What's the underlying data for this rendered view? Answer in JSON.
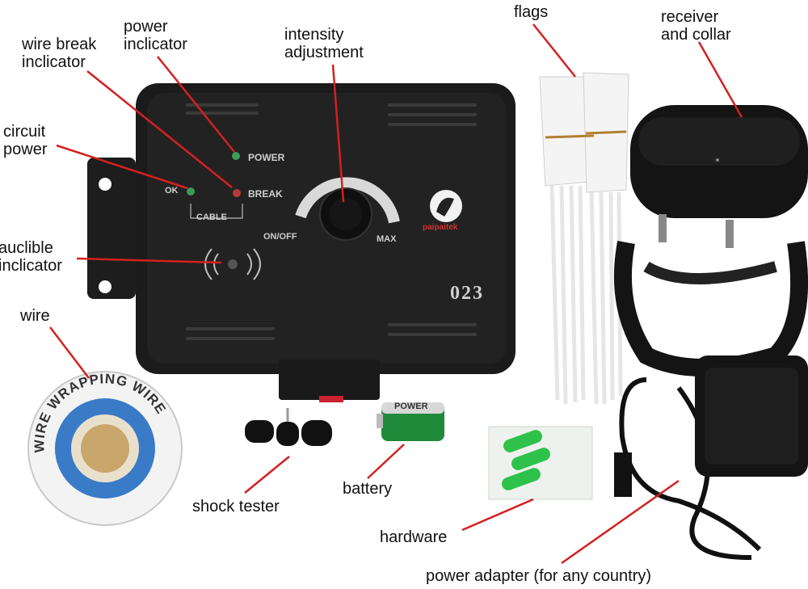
{
  "labels": {
    "flags": "flags",
    "receiver": "receiver\nand collar",
    "power_indicator": "power\ninclicator",
    "intensity": "intensity\nadjustment",
    "wire_break": "wire break\ninclicator",
    "circuit_power": "circuit\npower",
    "audible": "auclible\ninclicator",
    "wire": "wire",
    "shock_tester": "shock tester",
    "battery": "battery",
    "hardware": "hardware",
    "power_adapter": "power adapter (for any country)"
  },
  "device": {
    "ok": "OK",
    "cable": "CABLE",
    "power": "POWER",
    "break": "BREAK",
    "on_off": "ON/OFF",
    "max": "MAX",
    "model": "023",
    "brand": "paipaitek"
  },
  "spool": {
    "text": "WIRE WRAPPING WIRE"
  },
  "battery_label": "POWER",
  "colors": {
    "pointer_line": "#d42020",
    "device_body": "#1b1b1b",
    "led_green": "#3d9b5a",
    "led_red": "#b83a3a",
    "spool_blue": "#3a7bc8",
    "hardware_green": "#2ec24a"
  }
}
